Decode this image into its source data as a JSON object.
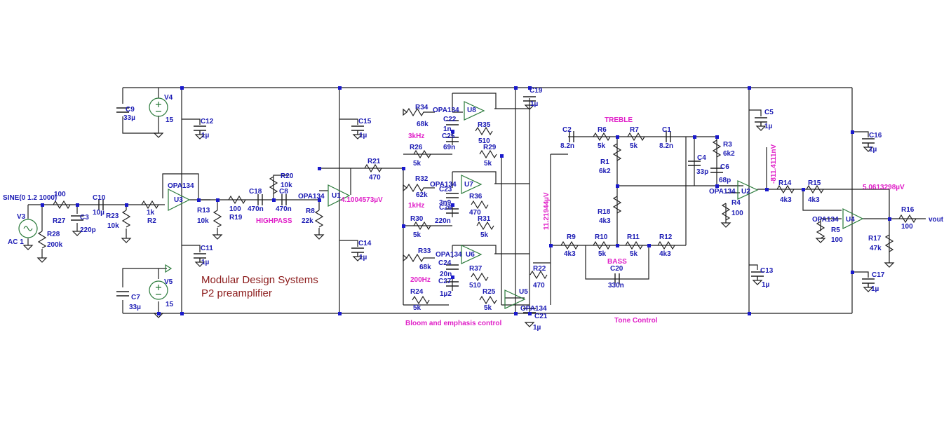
{
  "title": {
    "line1": "Modular Design Systems",
    "line2": "P2 preamplifier"
  },
  "colors": {
    "wire": "#1e1e1e",
    "label": "#1c1cb4",
    "annotation": "#e020c8",
    "title": "#8b1a1a",
    "component": "#2a7a3a"
  },
  "source": {
    "name": "V3",
    "spec": "SINE(0 1.2 1000)",
    "ac": "AC 1"
  },
  "supplies": [
    {
      "name": "V4",
      "value": "15"
    },
    {
      "name": "V5",
      "value": "15"
    }
  ],
  "opamps": [
    {
      "ref": "U3",
      "model": "OPA134"
    },
    {
      "ref": "U1",
      "model": "OPA134"
    },
    {
      "ref": "U8",
      "model": "OPA134"
    },
    {
      "ref": "U7",
      "model": "OPA134"
    },
    {
      "ref": "U6",
      "model": "OPA134"
    },
    {
      "ref": "U5",
      "model": "OPA134"
    },
    {
      "ref": "U2",
      "model": "OPA134"
    },
    {
      "ref": "U4",
      "model": "OPA134"
    }
  ],
  "resistors": [
    {
      "ref": "R27",
      "value": "100"
    },
    {
      "ref": "R28",
      "value": "200k"
    },
    {
      "ref": "R23",
      "value": "10k"
    },
    {
      "ref": "R2",
      "value": "1k"
    },
    {
      "ref": "R13",
      "value": "10k"
    },
    {
      "ref": "R19",
      "value": "100"
    },
    {
      "ref": "R20",
      "value": "10k"
    },
    {
      "ref": "R8",
      "value": "22k"
    },
    {
      "ref": "R21",
      "value": "470"
    },
    {
      "ref": "R34",
      "value": "68k"
    },
    {
      "ref": "R35",
      "value": "510"
    },
    {
      "ref": "R26",
      "value": "5k"
    },
    {
      "ref": "R29",
      "value": "5k"
    },
    {
      "ref": "R32",
      "value": "62k"
    },
    {
      "ref": "R36",
      "value": "470"
    },
    {
      "ref": "R30",
      "value": "5k"
    },
    {
      "ref": "R31",
      "value": "5k"
    },
    {
      "ref": "R33",
      "value": "68k"
    },
    {
      "ref": "R37",
      "value": "510"
    },
    {
      "ref": "R24",
      "value": "5k"
    },
    {
      "ref": "R25",
      "value": "5k"
    },
    {
      "ref": "R22",
      "value": "470"
    },
    {
      "ref": "R6",
      "value": "5k"
    },
    {
      "ref": "R7",
      "value": "5k"
    },
    {
      "ref": "R1",
      "value": "6k2"
    },
    {
      "ref": "R18",
      "value": "4k3"
    },
    {
      "ref": "R9",
      "value": "4k3"
    },
    {
      "ref": "R10",
      "value": "5k"
    },
    {
      "ref": "R11",
      "value": "5k"
    },
    {
      "ref": "R12",
      "value": "4k3"
    },
    {
      "ref": "R3",
      "value": "6k2"
    },
    {
      "ref": "R4",
      "value": "100"
    },
    {
      "ref": "R14",
      "value": "4k3"
    },
    {
      "ref": "R15",
      "value": "4k3"
    },
    {
      "ref": "R5",
      "value": "100"
    },
    {
      "ref": "R16",
      "value": "100"
    },
    {
      "ref": "R17",
      "value": "47k"
    }
  ],
  "capacitors": [
    {
      "ref": "C9",
      "value": "33µ"
    },
    {
      "ref": "C7",
      "value": "33µ"
    },
    {
      "ref": "C12",
      "value": "1µ"
    },
    {
      "ref": "C11",
      "value": "1µ"
    },
    {
      "ref": "C10",
      "value": "10µ"
    },
    {
      "ref": "C3",
      "value": "220p"
    },
    {
      "ref": "C18",
      "value": "470n"
    },
    {
      "ref": "C8",
      "value": "470n"
    },
    {
      "ref": "C15",
      "value": "1µ"
    },
    {
      "ref": "C14",
      "value": "1µ"
    },
    {
      "ref": "C19",
      "value": "1µ"
    },
    {
      "ref": "C22",
      "value": "1n"
    },
    {
      "ref": "C25",
      "value": "69n"
    },
    {
      "ref": "C23",
      "value": "3n9"
    },
    {
      "ref": "C26",
      "value": "220n"
    },
    {
      "ref": "C24",
      "value": "20n"
    },
    {
      "ref": "C27",
      "value": "1µ2"
    },
    {
      "ref": "C21",
      "value": "1µ"
    },
    {
      "ref": "C2",
      "value": "8.2n"
    },
    {
      "ref": "C1",
      "value": "8.2n"
    },
    {
      "ref": "C4",
      "value": "33p"
    },
    {
      "ref": "C6",
      "value": "68p"
    },
    {
      "ref": "C20",
      "value": "330n"
    },
    {
      "ref": "C5",
      "value": "1µ"
    },
    {
      "ref": "C13",
      "value": "1µ"
    },
    {
      "ref": "C16",
      "value": "1µ"
    },
    {
      "ref": "C17",
      "value": "1µ"
    }
  ],
  "annotations": {
    "highpass": "HIGHPASS",
    "f3k": "3kHz",
    "f1k": "1kHz",
    "f200": "200Hz",
    "bloom": "Bloom and emphasis control",
    "treble": "TREBLE",
    "bass": "BASS",
    "tone": "Tone Control",
    "out_label": "vout"
  },
  "probes": {
    "u1_out": "4.1004573µV",
    "u5_out": "11.21944µV",
    "u2_out": "-811.4111nV",
    "u4_in": "5.0613298µV"
  }
}
